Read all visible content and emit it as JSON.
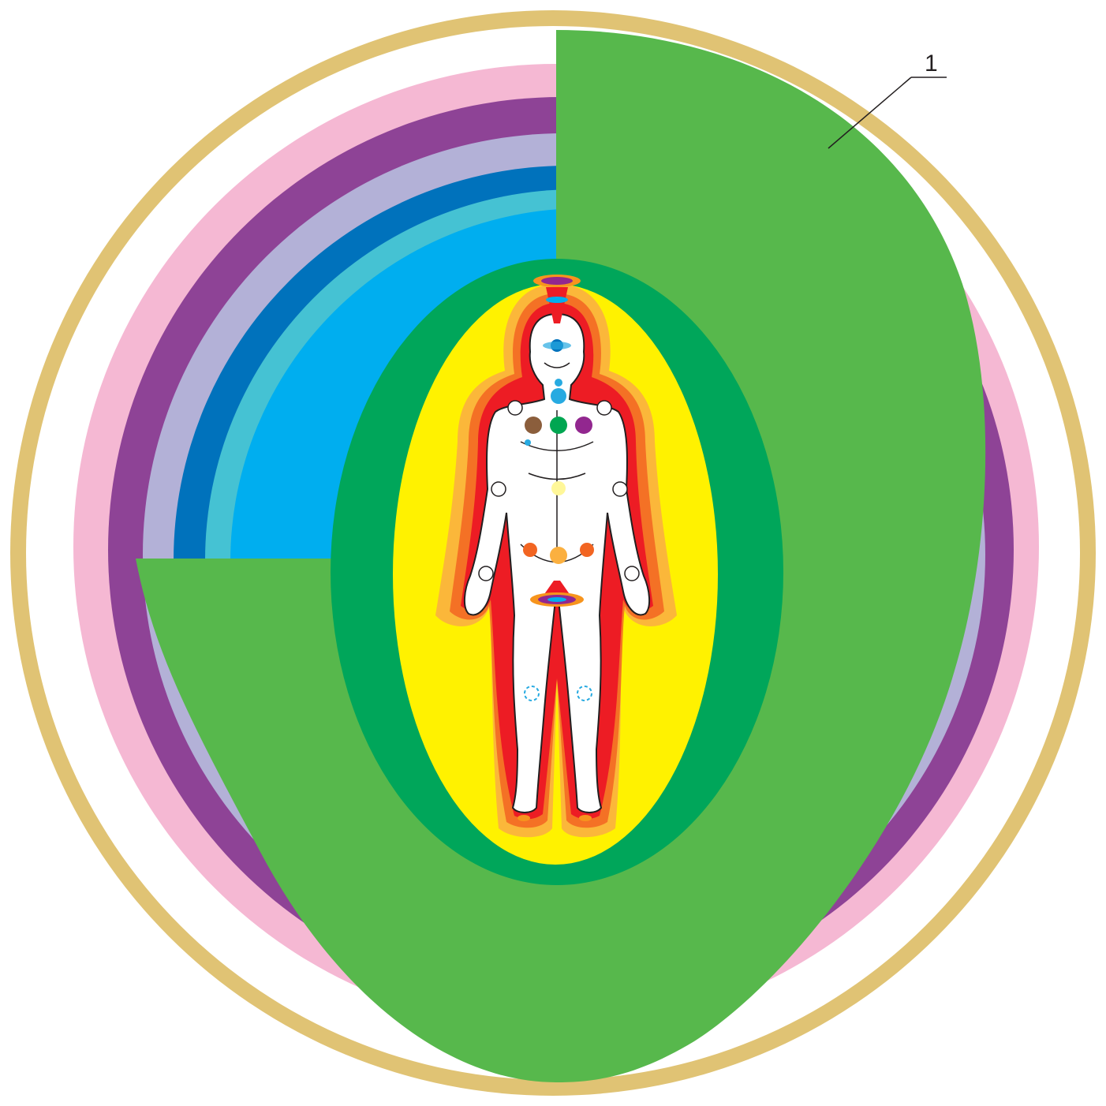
{
  "figure": {
    "callout_label": "1"
  },
  "colors": {
    "outer_ring": "#e0c374",
    "white_gap": "#ffffff",
    "pink": "#f5b8d3",
    "purple": "#8e4396",
    "lavender": "#b3b1d7",
    "blue": "#0072bc",
    "teal": "#45c2d3",
    "sky": "#00aeef",
    "green_light": "#57b84c",
    "green_dark": "#00a65a",
    "yellow": "#fff200",
    "aura_red": "#ed1c24",
    "aura_orange": "#f7941d",
    "aura_light": "#fbb040",
    "body": "#ffffff",
    "ink": "#231f20"
  },
  "chakras": [
    {
      "name": "crown-vortex",
      "color": "#ed1c24"
    },
    {
      "name": "third-eye",
      "color": "#0072bc"
    },
    {
      "name": "throat",
      "color": "#27aae1"
    },
    {
      "name": "heart",
      "color": "#00a651"
    },
    {
      "name": "left-chest",
      "color": "#8b5e3c"
    },
    {
      "name": "right-chest",
      "color": "#92278f"
    },
    {
      "name": "solar-plexus",
      "color": "#fff799"
    },
    {
      "name": "sacral",
      "color": "#fbb040"
    },
    {
      "name": "left-hip",
      "color": "#f26522"
    },
    {
      "name": "right-hip",
      "color": "#f26522"
    },
    {
      "name": "root-vortex",
      "color": "#ed1c24"
    }
  ]
}
